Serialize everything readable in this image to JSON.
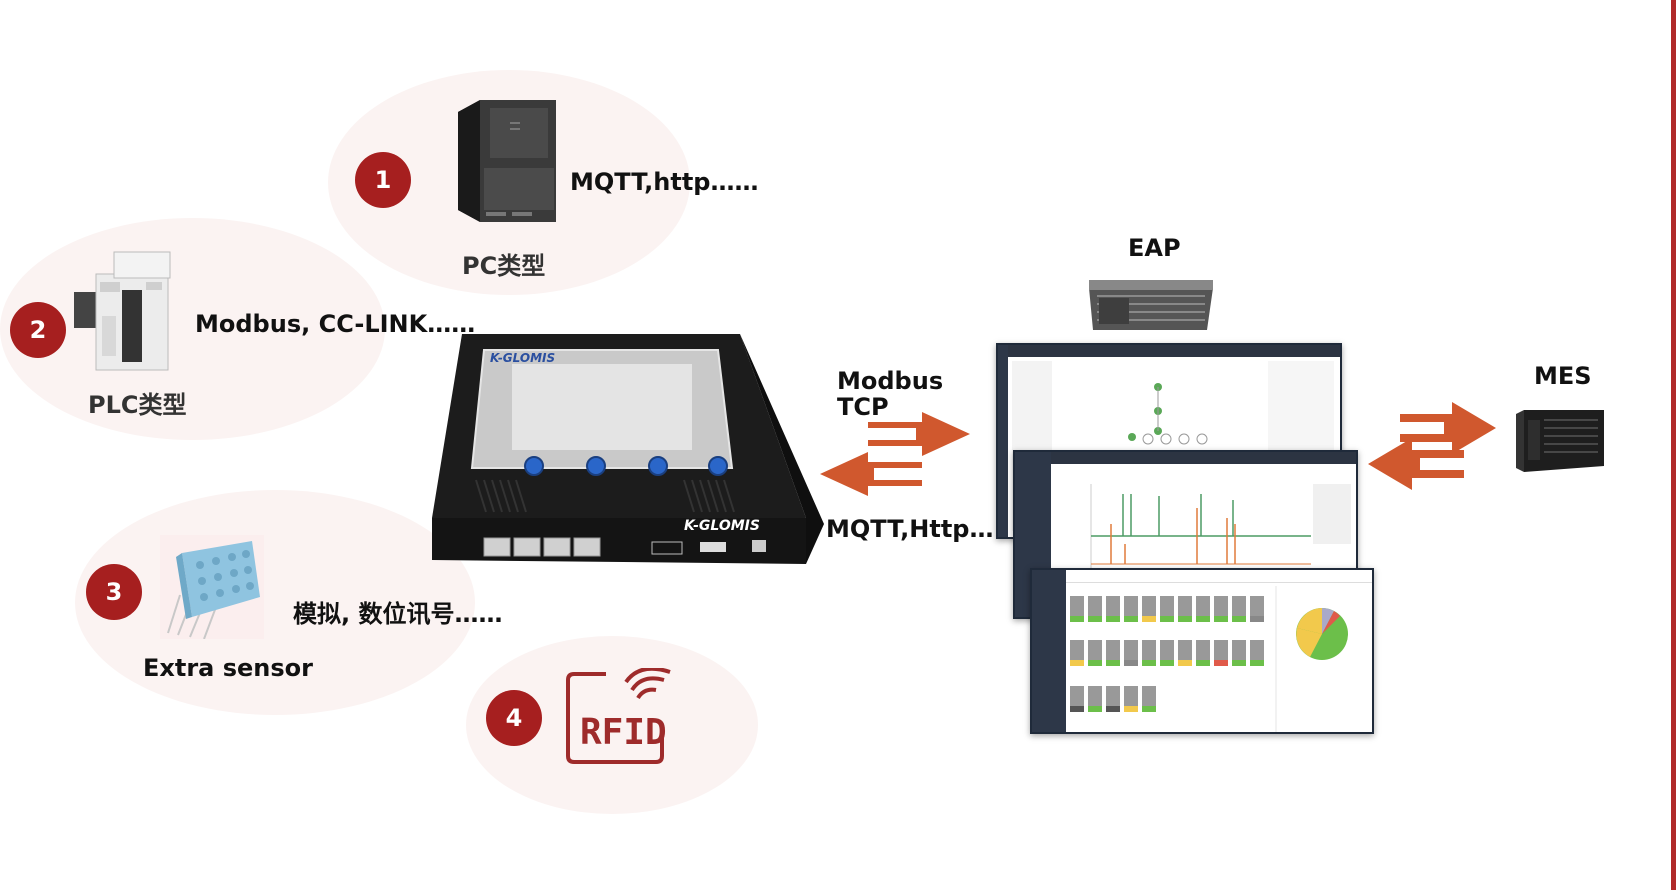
{
  "nodes": [
    {
      "number": "1",
      "label": "PC类型",
      "protocol": "MQTT,http……"
    },
    {
      "number": "2",
      "label": "PLC类型",
      "protocol": "Modbus, CC-LINK……"
    },
    {
      "number": "3",
      "label": "Extra sensor",
      "protocol": "模拟, 数位讯号……"
    },
    {
      "number": "4",
      "label": "",
      "protocol": ""
    }
  ],
  "device": {
    "brand_top": "K-GLOMIS",
    "brand_front": "K-GLOMIS"
  },
  "rfid_text": "RFID",
  "link_eap": {
    "protocol_top": "Modbus\nTCP",
    "protocol_bottom": "MQTT,Http…"
  },
  "eap": {
    "title": "EAP"
  },
  "mes": {
    "title": "MES"
  },
  "colors": {
    "badge": "#a61f1f",
    "bubble": "#fbf3f2",
    "arrow": "#d0582e",
    "rfid": "#9e2b2b"
  }
}
